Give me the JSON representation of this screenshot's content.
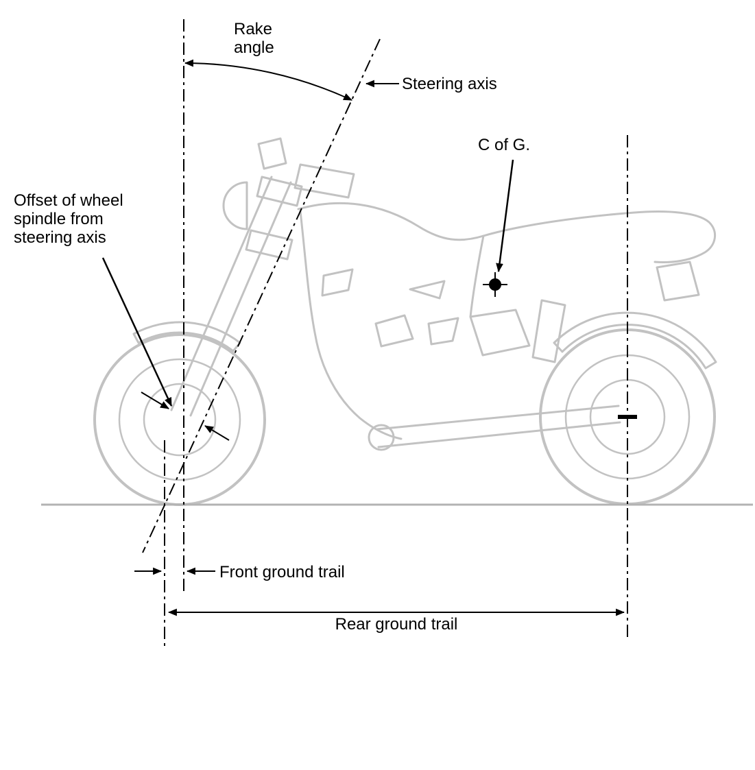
{
  "labels": {
    "rake_angle": {
      "line1": "Rake",
      "line2": "angle"
    },
    "steering_axis": "Steering axis",
    "c_of_g": "C of G.",
    "offset": {
      "line1": "Offset of wheel",
      "line2": "spindle from",
      "line3": "steering axis"
    },
    "front_ground_trail": "Front ground trail",
    "rear_ground_trail": "Rear ground trail"
  },
  "colors": {
    "annotation": "#000000",
    "motorcycle": "#c2c2c2",
    "ground": "#b3b3b3",
    "background": "#ffffff"
  }
}
